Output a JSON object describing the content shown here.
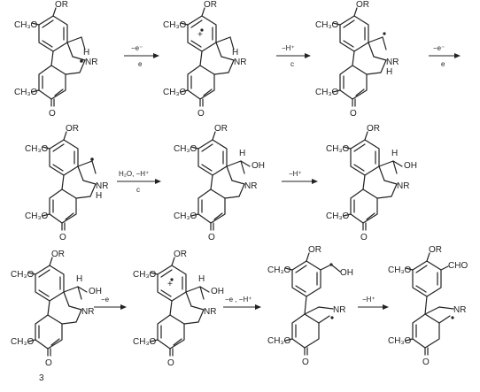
{
  "structures": [
    {
      "id": "s1",
      "labels": {
        "or": "OR",
        "ome1": "CH₃O",
        "ome2": "CH₃O",
        "nr": "NR",
        "h": "H",
        "o": "O"
      }
    },
    {
      "id": "s2",
      "labels": {
        "or": "OR",
        "ome1": "CH₃O",
        "ome2": "CH₃O",
        "nr": "NR",
        "h": "H",
        "o": "O"
      }
    },
    {
      "id": "s3",
      "labels": {
        "or": "OR",
        "ome1": "CH₃O",
        "ome2": "CH₃O",
        "nr": "NR",
        "h": "H",
        "o": "O"
      }
    },
    {
      "id": "s4",
      "labels": {
        "or": "OR",
        "ome1": "CH₃O",
        "ome2": "CH₃O",
        "nr": "NR",
        "h": "H",
        "o": "O"
      }
    },
    {
      "id": "s5",
      "labels": {
        "or": "OR",
        "ome1": "CH₃O",
        "ome2": "CH₃O",
        "nr": "NR",
        "h": "H",
        "o": "O",
        "oh": "OH"
      }
    },
    {
      "id": "s6",
      "labels": {
        "or": "OR",
        "ome1": "CH₃O",
        "ome2": "CH₃O",
        "nr": "NR",
        "h": "H",
        "o": "O",
        "oh": "OH"
      }
    },
    {
      "id": "s7",
      "labels": {
        "or": "OR",
        "ome1": "CH₃O",
        "ome2": "CH₃O",
        "nr": "NR",
        "h": "H",
        "o": "O",
        "oh": "OH"
      }
    },
    {
      "id": "s8",
      "labels": {
        "or": "OR",
        "ome1": "CH₃O",
        "ome2": "CH₃O",
        "nr": "NR",
        "h": "H",
        "o": "O",
        "oh": "OH"
      }
    },
    {
      "id": "s9",
      "labels": {
        "or": "OR",
        "ome1": "CH₃O",
        "ome2": "CH₃O",
        "nr": "NR",
        "o": "O",
        "oh": "OH"
      }
    },
    {
      "id": "s10",
      "labels": {
        "or": "OR",
        "ome1": "CH₃O",
        "ome2": "CH₃O",
        "nr": "NR",
        "o": "O",
        "cho": "CHO"
      }
    }
  ],
  "steps": [
    {
      "id": "a1",
      "top": "−e⁻",
      "bottom": "e"
    },
    {
      "id": "a2",
      "top": "−H⁺",
      "bottom": "c"
    },
    {
      "id": "a3",
      "top": "−e⁻",
      "bottom": "e"
    },
    {
      "id": "a4",
      "top": "H₂O, −H⁺",
      "bottom": "c"
    },
    {
      "id": "a5",
      "top": "−H⁺",
      "bottom": ""
    },
    {
      "id": "a6",
      "top": "−e",
      "bottom": ""
    },
    {
      "id": "a7",
      "top": "−e , −H⁺",
      "bottom": ""
    },
    {
      "id": "a8",
      "top": "−H⁺",
      "bottom": ""
    }
  ],
  "footnote": "3"
}
